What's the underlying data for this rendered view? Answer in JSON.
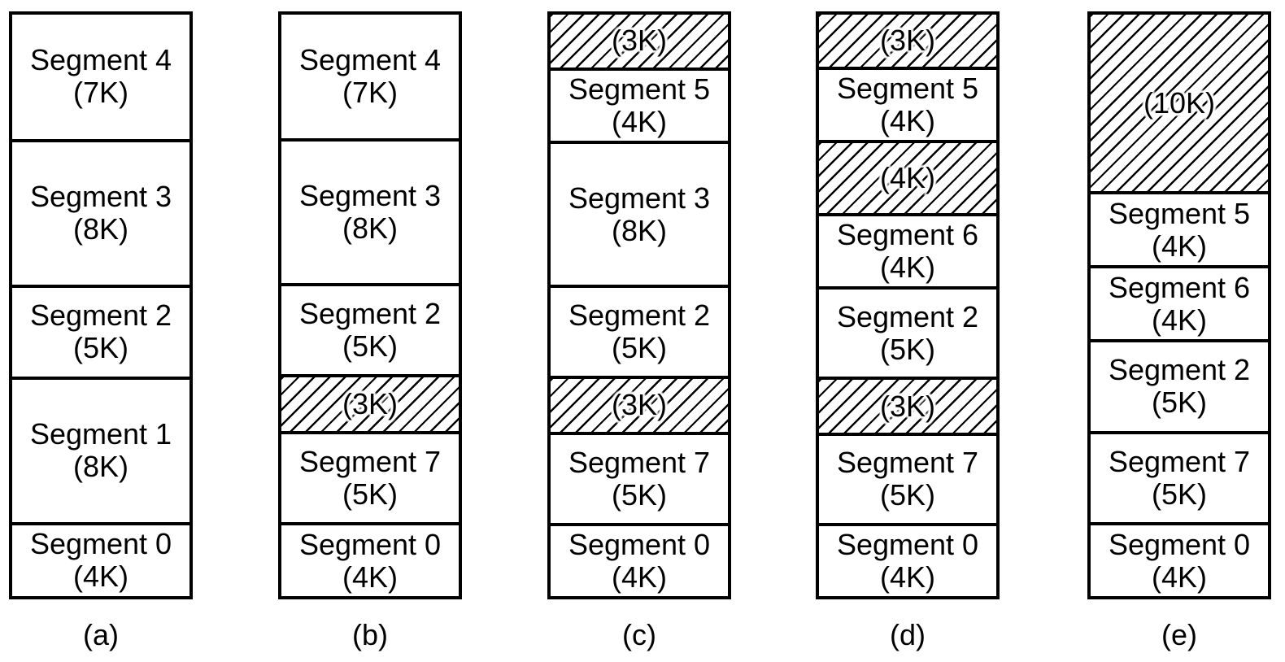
{
  "figure": {
    "columns": [
      {
        "label": "(a)",
        "blocks": [
          {
            "kind": "segment",
            "name": "Segment 4",
            "size": "(7K)",
            "k": 7
          },
          {
            "kind": "segment",
            "name": "Segment 3",
            "size": "(8K)",
            "k": 8
          },
          {
            "kind": "segment",
            "name": "Segment 2",
            "size": "(5K)",
            "k": 5
          },
          {
            "kind": "segment",
            "name": "Segment 1",
            "size": "(8K)",
            "k": 8
          },
          {
            "kind": "segment",
            "name": "Segment 0",
            "size": "(4K)",
            "k": 4
          }
        ]
      },
      {
        "label": "(b)",
        "blocks": [
          {
            "kind": "segment",
            "name": "Segment 4",
            "size": "(7K)",
            "k": 7
          },
          {
            "kind": "segment",
            "name": "Segment 3",
            "size": "(8K)",
            "k": 8
          },
          {
            "kind": "segment",
            "name": "Segment 2",
            "size": "(5K)",
            "k": 5
          },
          {
            "kind": "hole",
            "size": "(3K)",
            "k": 3
          },
          {
            "kind": "segment",
            "name": "Segment 7",
            "size": "(5K)",
            "k": 5
          },
          {
            "kind": "segment",
            "name": "Segment 0",
            "size": "(4K)",
            "k": 4
          }
        ]
      },
      {
        "label": "(c)",
        "blocks": [
          {
            "kind": "hole",
            "size": "(3K)",
            "k": 3
          },
          {
            "kind": "segment",
            "name": "Segment 5",
            "size": "(4K)",
            "k": 4
          },
          {
            "kind": "segment",
            "name": "Segment 3",
            "size": "(8K)",
            "k": 8
          },
          {
            "kind": "segment",
            "name": "Segment 2",
            "size": "(5K)",
            "k": 5
          },
          {
            "kind": "hole",
            "size": "(3K)",
            "k": 3
          },
          {
            "kind": "segment",
            "name": "Segment 7",
            "size": "(5K)",
            "k": 5
          },
          {
            "kind": "segment",
            "name": "Segment 0",
            "size": "(4K)",
            "k": 4
          }
        ]
      },
      {
        "label": "(d)",
        "blocks": [
          {
            "kind": "hole",
            "size": "(3K)",
            "k": 3
          },
          {
            "kind": "segment",
            "name": "Segment 5",
            "size": "(4K)",
            "k": 4
          },
          {
            "kind": "hole",
            "size": "(4K)",
            "k": 4
          },
          {
            "kind": "segment",
            "name": "Segment 6",
            "size": "(4K)",
            "k": 4
          },
          {
            "kind": "segment",
            "name": "Segment 2",
            "size": "(5K)",
            "k": 5
          },
          {
            "kind": "hole",
            "size": "(3K)",
            "k": 3
          },
          {
            "kind": "segment",
            "name": "Segment 7",
            "size": "(5K)",
            "k": 5
          },
          {
            "kind": "segment",
            "name": "Segment 0",
            "size": "(4K)",
            "k": 4
          }
        ]
      },
      {
        "label": "(e)",
        "blocks": [
          {
            "kind": "hole",
            "size": "(10K)",
            "k": 10
          },
          {
            "kind": "segment",
            "name": "Segment 5",
            "size": "(4K)",
            "k": 4
          },
          {
            "kind": "segment",
            "name": "Segment 6",
            "size": "(4K)",
            "k": 4
          },
          {
            "kind": "segment",
            "name": "Segment 2",
            "size": "(5K)",
            "k": 5
          },
          {
            "kind": "segment",
            "name": "Segment 7",
            "size": "(5K)",
            "k": 5
          },
          {
            "kind": "segment",
            "name": "Segment 0",
            "size": "(4K)",
            "k": 4
          }
        ]
      }
    ]
  }
}
